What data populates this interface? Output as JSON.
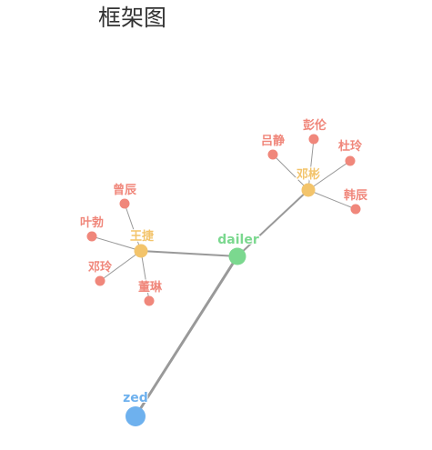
{
  "title": "框架图",
  "colors": {
    "root": "#6eb1ee",
    "hub": "#7bd88f",
    "group": "#f3c46b",
    "leaf": "#f0877b",
    "edge": "#999999"
  },
  "nodes": [
    {
      "id": "zed",
      "label": "zed",
      "level": "root"
    },
    {
      "id": "dailer",
      "label": "dailer",
      "level": "hub"
    },
    {
      "id": "g1",
      "label": "王捷",
      "level": "group"
    },
    {
      "id": "g2",
      "label": "邓彬",
      "level": "group"
    },
    {
      "id": "l1",
      "label": "曾辰",
      "level": "leaf"
    },
    {
      "id": "l2",
      "label": "叶勃",
      "level": "leaf"
    },
    {
      "id": "l3",
      "label": "邓玲",
      "level": "leaf"
    },
    {
      "id": "l4",
      "label": "董琳",
      "level": "leaf"
    },
    {
      "id": "l5",
      "label": "吕静",
      "level": "leaf"
    },
    {
      "id": "l6",
      "label": "彭伦",
      "level": "leaf"
    },
    {
      "id": "l7",
      "label": "杜玲",
      "level": "leaf"
    },
    {
      "id": "l8",
      "label": "韩辰",
      "level": "leaf"
    }
  ],
  "edges": [
    [
      "zed",
      "dailer"
    ],
    [
      "dailer",
      "g1"
    ],
    [
      "dailer",
      "g2"
    ],
    [
      "g1",
      "l1"
    ],
    [
      "g1",
      "l2"
    ],
    [
      "g1",
      "l3"
    ],
    [
      "g1",
      "l4"
    ],
    [
      "g2",
      "l5"
    ],
    [
      "g2",
      "l6"
    ],
    [
      "g2",
      "l7"
    ],
    [
      "g2",
      "l8"
    ]
  ]
}
